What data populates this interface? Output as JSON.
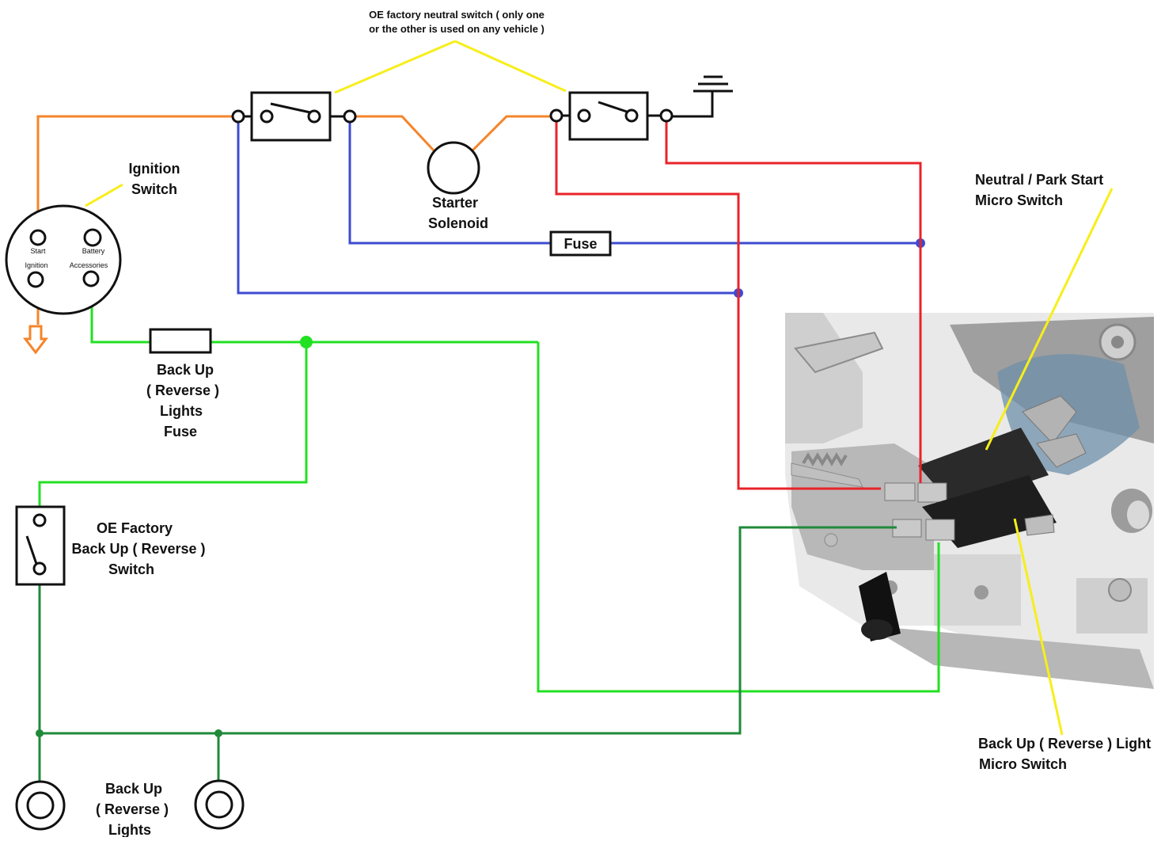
{
  "labels": {
    "oe_neutral_line1": "OE factory neutral switch ( only one",
    "oe_neutral_line2": "or the other is used on any vehicle )",
    "ignition_line1": "Ignition",
    "ignition_line2": "Switch",
    "starter_line1": "Starter",
    "starter_line2": "Solenoid",
    "fuse": "Fuse",
    "backup_fuse_line1": "Back Up",
    "backup_fuse_line2": "( Reverse )",
    "backup_fuse_line3": "Lights",
    "backup_fuse_line4": "Fuse",
    "oe_backup_line1": "OE Factory",
    "oe_backup_line2": "Back Up ( Reverse )",
    "oe_backup_line3": "Switch",
    "neutral_micro_line1": "Neutral / Park Start",
    "neutral_micro_line2": "Micro Switch",
    "backup_micro_line1": "Back Up ( Reverse ) Light",
    "backup_micro_line2": "Micro Switch",
    "lights_line1": "Back Up",
    "lights_line2": "( Reverse )",
    "lights_line3": "Lights"
  },
  "ignition_terminals": {
    "start": "Start",
    "battery": "Battery",
    "ignition": "Ignition",
    "accessories": "Accessories"
  },
  "wire_colors": {
    "starter_feed": "#f5842a",
    "ignition_feed": "#3d4bd1",
    "neutral_switch": "#e8232a",
    "backup_feed": "#22e022",
    "backup_lights": "#1f8a3a",
    "callout": "#f7ee1a",
    "ground": "#111111"
  }
}
